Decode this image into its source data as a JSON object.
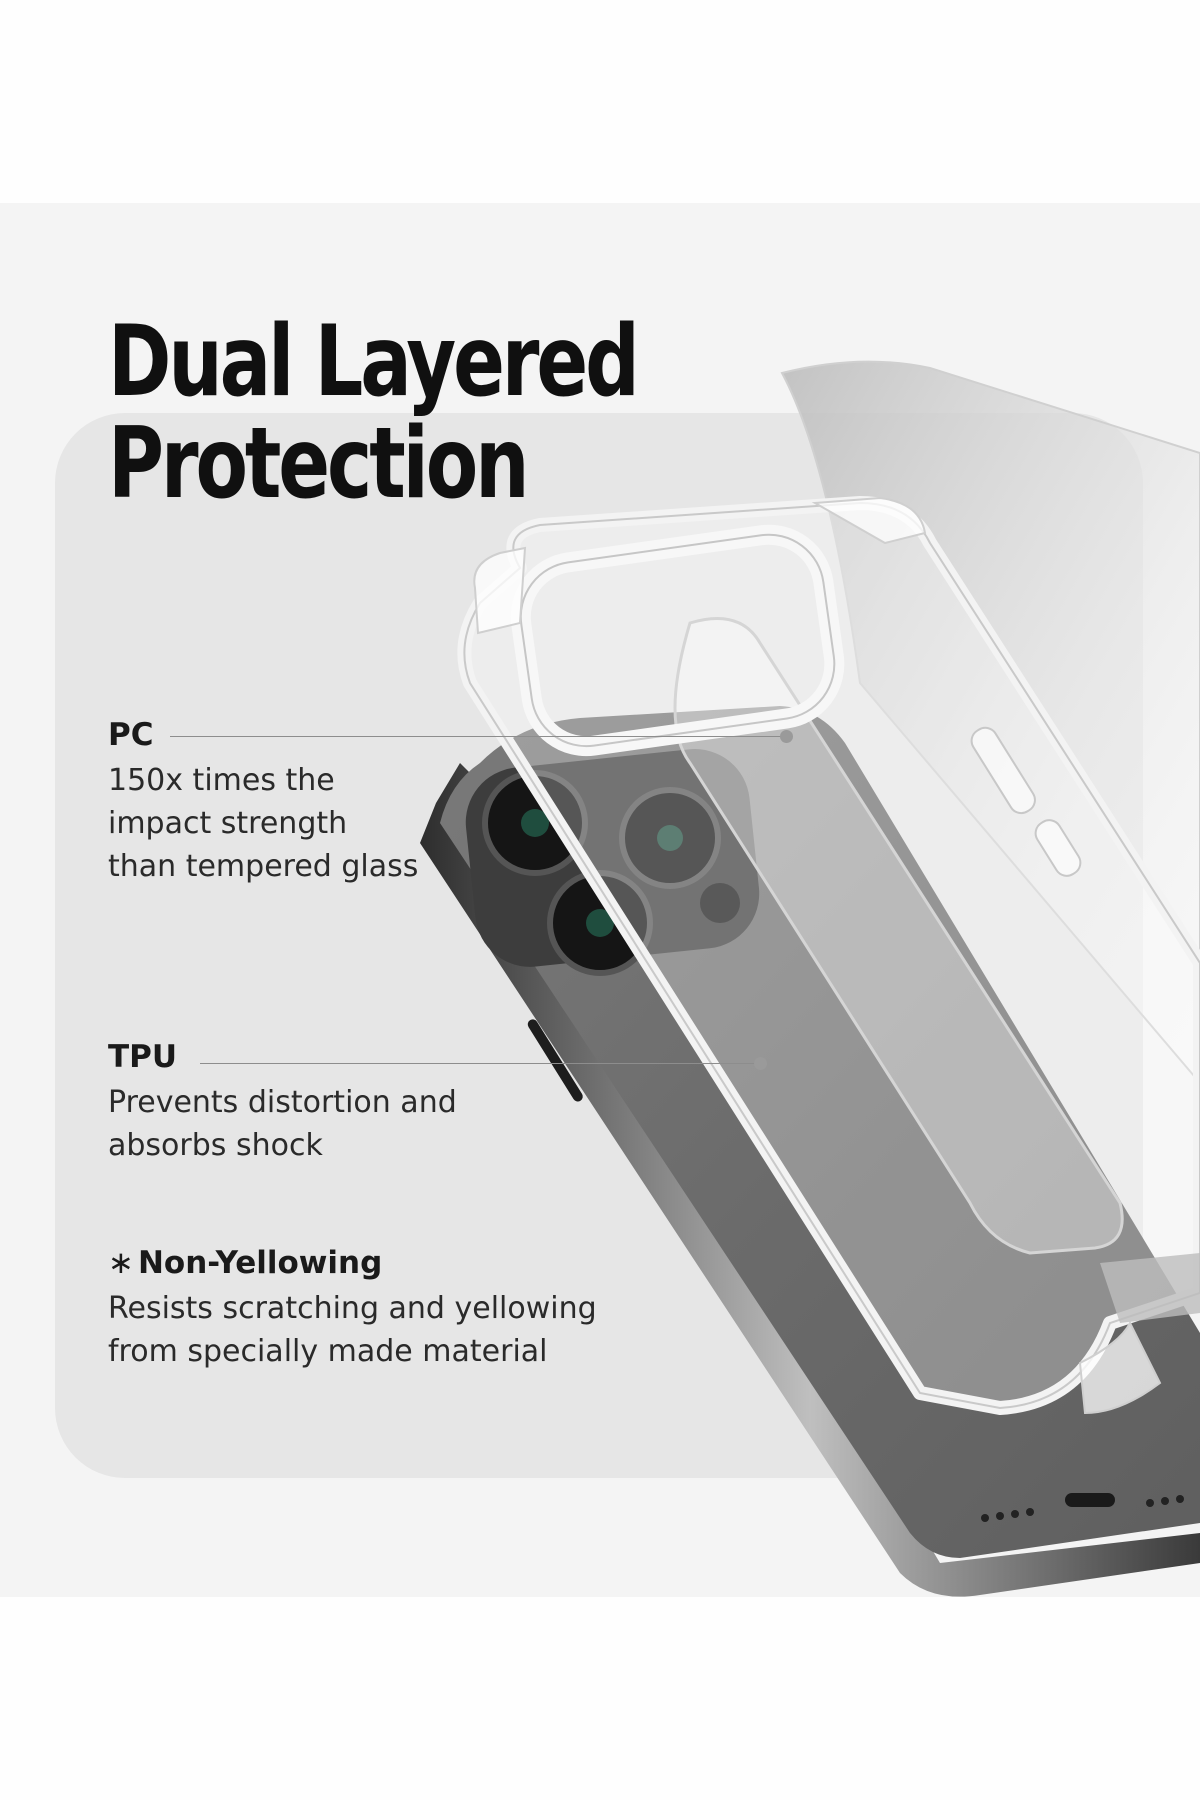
{
  "headline": {
    "line1": "Dual Layered",
    "line2": "Protection"
  },
  "features": [
    {
      "title": "PC",
      "lines": [
        "150x times the",
        "impact strength",
        "than tempered glass"
      ]
    },
    {
      "title": "TPU",
      "lines": [
        "Prevents distortion and",
        "absorbs shock"
      ]
    },
    {
      "title": "Non-Yellowing",
      "symbol": "∗",
      "lines": [
        "Resists scratching and yellowing",
        "from specially made material"
      ]
    }
  ],
  "colors": {
    "background": "#f4f4f4",
    "panel": "#e6e6e6",
    "headline": "#101010",
    "phone_back": "#6f6f6f",
    "case_clear": "#ffffff"
  },
  "icons": [
    "phone-image",
    "clear-case-image",
    "camera-lens-icon"
  ]
}
